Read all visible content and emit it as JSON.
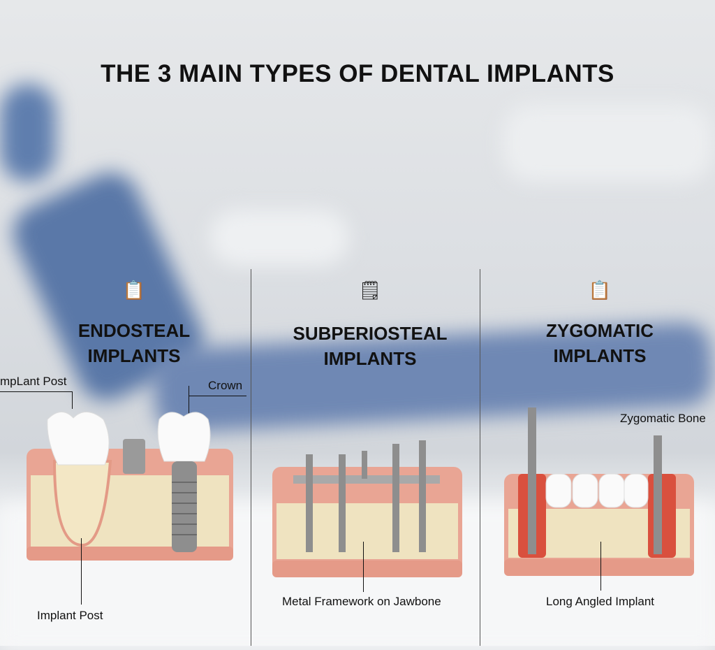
{
  "title": "THE 3 MAIN TYPES OF DENTAL IMPLANTS",
  "columns": [
    {
      "icon": "clipboard-a-icon",
      "heading_line1": "ENDOSTEAL",
      "heading_line2": "IMPLANTS",
      "labels": {
        "top_left": "mpLant Post",
        "top_right": "Crown",
        "bottom": "Implant Post"
      }
    },
    {
      "icon": "clipboard-list-icon",
      "heading_line1": "SUBPERIOSTEAL",
      "heading_line2": "IMPLANTS",
      "labels": {
        "bottom": "Metal Framework on Jawbone"
      }
    },
    {
      "icon": "clipboard-s-icon",
      "heading_line1": "ZYGOMATIC",
      "heading_line2": "IMPLANTS",
      "labels": {
        "top_right": "Zygomatic Bone",
        "bottom": "Long Angled Implant"
      }
    }
  ],
  "colors": {
    "gum": "#e9a594",
    "bone": "#efe3c0",
    "metal": "#9a9a9a",
    "tooth": "#ffffff",
    "chair": "#5a78a8"
  }
}
